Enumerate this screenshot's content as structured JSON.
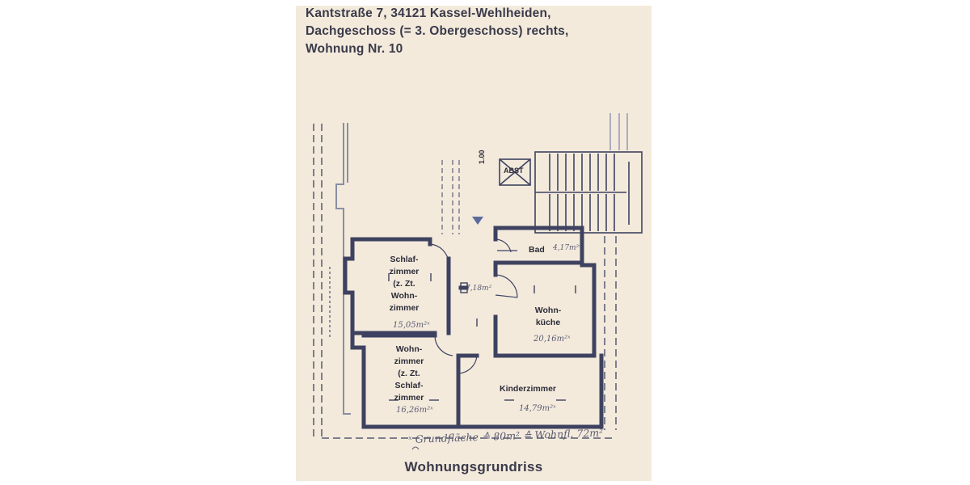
{
  "header": {
    "line1": "Kantstraße 7, 34121 Kassel-Wehlheiden,",
    "line2": "Dachgeschoss (= 3. Obergeschoss) rechts,",
    "line3": "Wohnung Nr. 10"
  },
  "stair": {
    "dimension": "1.00",
    "label": "ABST"
  },
  "rooms": {
    "schlafzimmer": {
      "label": "Schlaf-\nzimmer\n(z. Zt.\nWohn-\nzimmer",
      "area": "15,05m²ˣ"
    },
    "flur": {
      "area": "7,18m²"
    },
    "bad": {
      "label": "Bad",
      "area": "4,17m²ˣ"
    },
    "wohnkueche": {
      "label": "Wohn-\nküche",
      "area": "20,16m²ˣ"
    },
    "wohnzimmer": {
      "label": "Wohn-\nzimmer\n(z. Zt.\nSchlaf-\nzimmer",
      "area": "16,26m²ˣ"
    },
    "kinderzimmer": {
      "label": "Kinderzimmer",
      "area": "14,79m²ˣ"
    }
  },
  "note": "ˣ Grundfläche ≙ 80m² ≙ Wohnfl. 72m²",
  "footer": "Wohnungsgrundriss",
  "colors": {
    "paper": "#f3eadc",
    "wall": "#3e4260",
    "text": "#2c2c38",
    "handwriting": "#5a5a72"
  }
}
